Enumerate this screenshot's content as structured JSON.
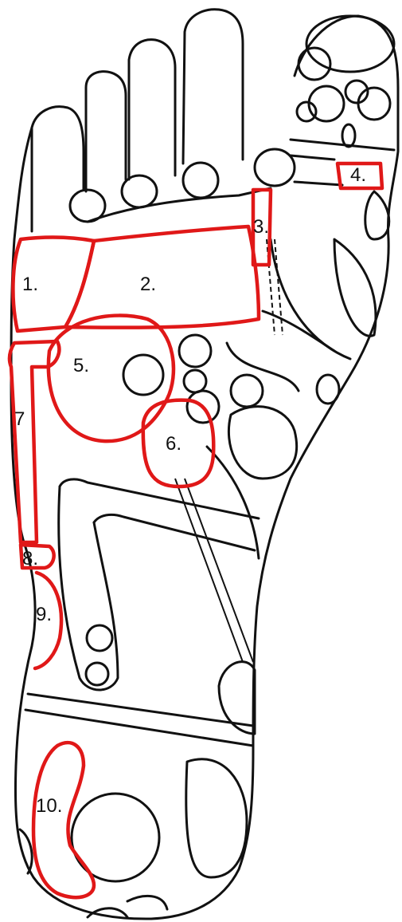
{
  "diagram": {
    "outline_color": "#111111",
    "zone_color": "#e01818",
    "zones": [
      {
        "id": "zone-1",
        "label": "1."
      },
      {
        "id": "zone-2",
        "label": "2."
      },
      {
        "id": "zone-3",
        "label": "3."
      },
      {
        "id": "zone-4",
        "label": "4."
      },
      {
        "id": "zone-5",
        "label": "5."
      },
      {
        "id": "zone-6",
        "label": "6."
      },
      {
        "id": "zone-7",
        "label": "7"
      },
      {
        "id": "zone-8",
        "label": "8."
      },
      {
        "id": "zone-9",
        "label": "9."
      },
      {
        "id": "zone-10",
        "label": "10."
      }
    ]
  }
}
